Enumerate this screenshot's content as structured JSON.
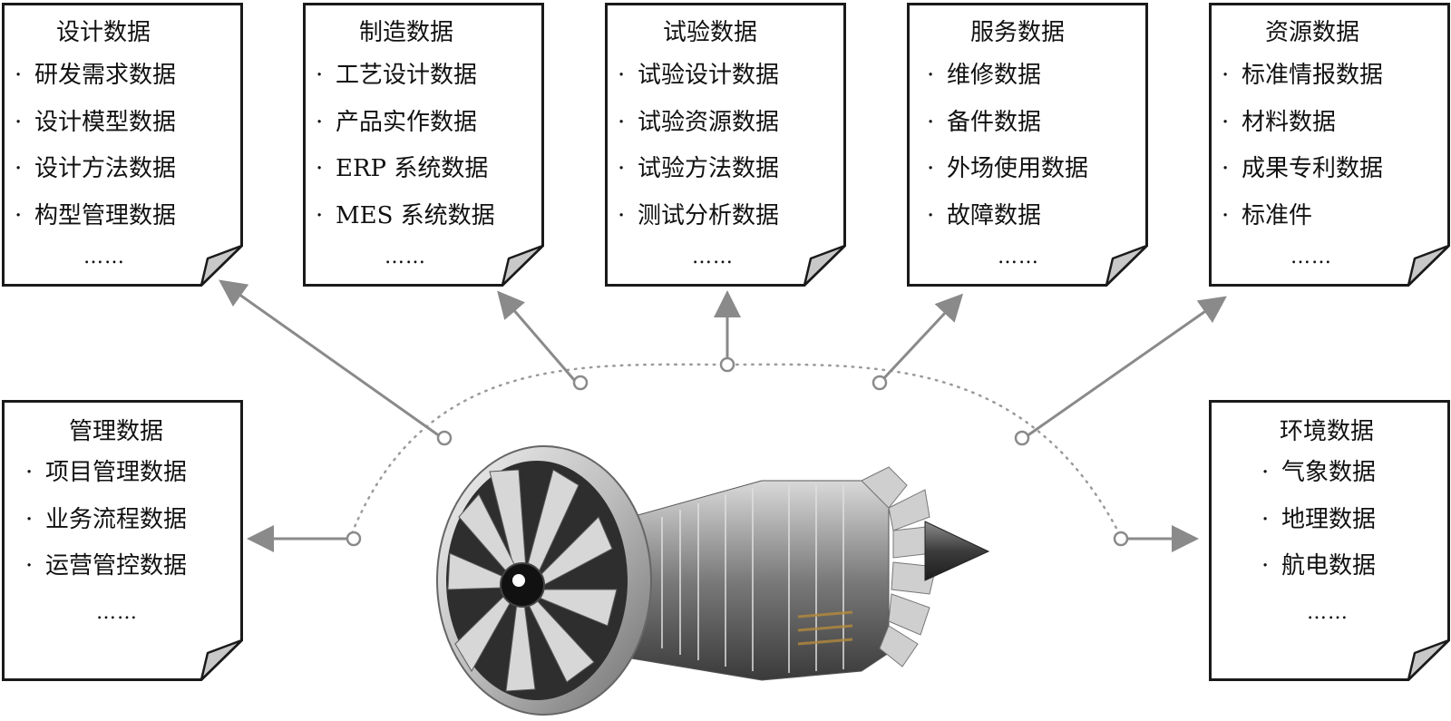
{
  "colors": {
    "stroke": "#1a1a1a",
    "arrow": "#8a8a8a",
    "fold": "#c8c8c8",
    "dots": "#9a9a9a"
  },
  "bullet": "·",
  "cards": {
    "design": {
      "title": "设计数据",
      "items": [
        "研发需求数据",
        "设计模型数据",
        "设计方法数据",
        "构型管理数据"
      ],
      "more": "……"
    },
    "manufacture": {
      "title": "制造数据",
      "items": [
        "工艺设计数据",
        "产品实作数据",
        "ERP 系统数据",
        "MES 系统数据"
      ],
      "more": "……"
    },
    "test": {
      "title": "试验数据",
      "items": [
        "试验设计数据",
        "试验资源数据",
        "试验方法数据",
        "测试分析数据"
      ],
      "more": "……"
    },
    "service": {
      "title": "服务数据",
      "items": [
        "维修数据",
        "备件数据",
        "外场使用数据",
        "故障数据"
      ],
      "more": "……"
    },
    "resource": {
      "title": "资源数据",
      "items": [
        "标准情报数据",
        "材料数据",
        "成果专利数据",
        "标准件"
      ],
      "more": "……"
    },
    "management": {
      "title": "管理数据",
      "items": [
        "项目管理数据",
        "业务流程数据",
        "运营管控数据"
      ],
      "more": "……"
    },
    "environment": {
      "title": "环境数据",
      "items": [
        "气象数据",
        "地理数据",
        "航电数据"
      ],
      "more": "……"
    }
  }
}
